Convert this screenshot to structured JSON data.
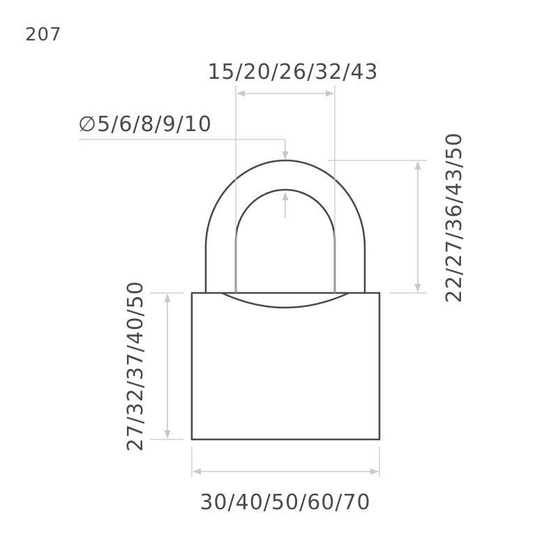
{
  "model_number": "207",
  "dimensions": {
    "shackle_inner_width": "15/20/26/32/43",
    "shackle_diameter": "∅5/6/8/9/10",
    "shackle_clearance_height": "22/27/36/43/50",
    "body_height": "27/32/37/40/50",
    "body_width": "30/40/50/60/70"
  },
  "colors": {
    "outline": "#4a4a4a",
    "dimension_lines": "#c8c8c8",
    "background": "#ffffff"
  }
}
